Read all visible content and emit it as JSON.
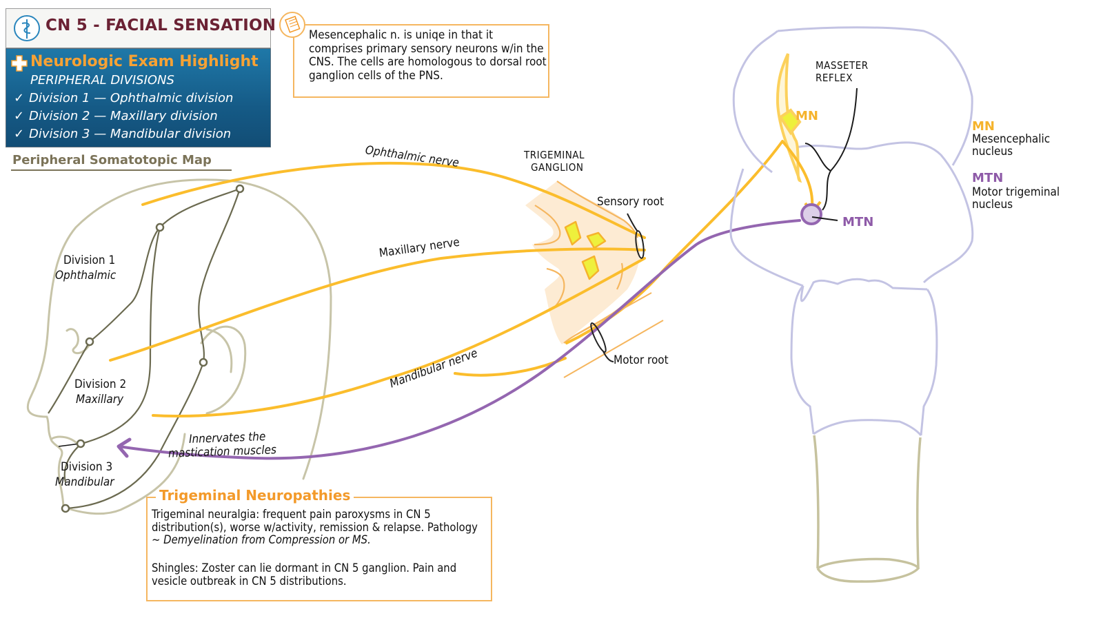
{
  "header": {
    "title": "CN 5 - FACIAL SENSATION",
    "logo_icon": "caduceus-icon"
  },
  "exam_highlight": {
    "icon": "plus-cross-icon",
    "title": "Neurologic Exam Highlight",
    "subheading": "PERIPHERAL DIVISIONS",
    "items": [
      {
        "check": "✓",
        "text": "Division 1 — Ophthalmic division"
      },
      {
        "check": "✓",
        "text": "Division 2 — Maxillary division"
      },
      {
        "check": "✓",
        "text": "Division 3 — Mandibular division"
      }
    ]
  },
  "somatotopic_map": {
    "title": "Peripheral Somatotopic Map",
    "divisions": [
      {
        "name": "Division 1",
        "sub": "Ophthalmic"
      },
      {
        "name": "Division 2",
        "sub": "Maxillary"
      },
      {
        "name": "Division 3",
        "sub": "Mandibular"
      }
    ]
  },
  "note": {
    "icon": "notepad-icon",
    "text": "Mesencephalic n. is uniqe in that it comprises primary sensory neurons w/in the CNS.  The cells are homologous to dorsal root ganglion cells of the PNS."
  },
  "nerves": {
    "ophthalmic": "Ophthalmic nerve",
    "maxillary": "Maxillary nerve",
    "mandibular": "Mandibular nerve",
    "ganglion_line1": "TRIGEMINAL",
    "ganglion_line2": "GANGLION",
    "sensory_root": "Sensory root",
    "motor_root": "Motor root",
    "innervates_line1": "Innervates the",
    "innervates_line2": "mastication muscles"
  },
  "brainstem": {
    "masseter_line1": "MASSETER",
    "masseter_line2": "REFLEX",
    "mn_label": "MN",
    "mtn_label": "MTN"
  },
  "legend": {
    "mn_abbr": "MN",
    "mn_line1": "Mesencephalic",
    "mn_line2": "nucleus",
    "mtn_abbr": "MTN",
    "mtn_line1": "Motor trigeminal",
    "mtn_line2": "nucleus"
  },
  "neuropathies": {
    "title": "Trigeminal Neuropathies",
    "p1_text": "Trigeminal neuralgia: frequent pain paroxysms in CN 5 distribution(s), worse w/activity, remission & relapse. Pathology ~ ",
    "p1_italic": "Demyelination from Compression or MS.",
    "p2_text": "Shingles: Zoster can lie dormant in CN 5 ganglion. Pain and vesicle outbreak in CN 5 distributions."
  },
  "colors": {
    "sensory": "#fbbd2c",
    "motor": "#9466b0",
    "brainstem_outline": "#c3c3e3",
    "spinal_outline": "#c6c29e",
    "head_outline": "#c7c4a8",
    "dermatome_line": "#6b6a50",
    "ganglion_fill": "#fdebd3",
    "title_text": "#6b2234",
    "accent_orange": "#f39a2a"
  }
}
